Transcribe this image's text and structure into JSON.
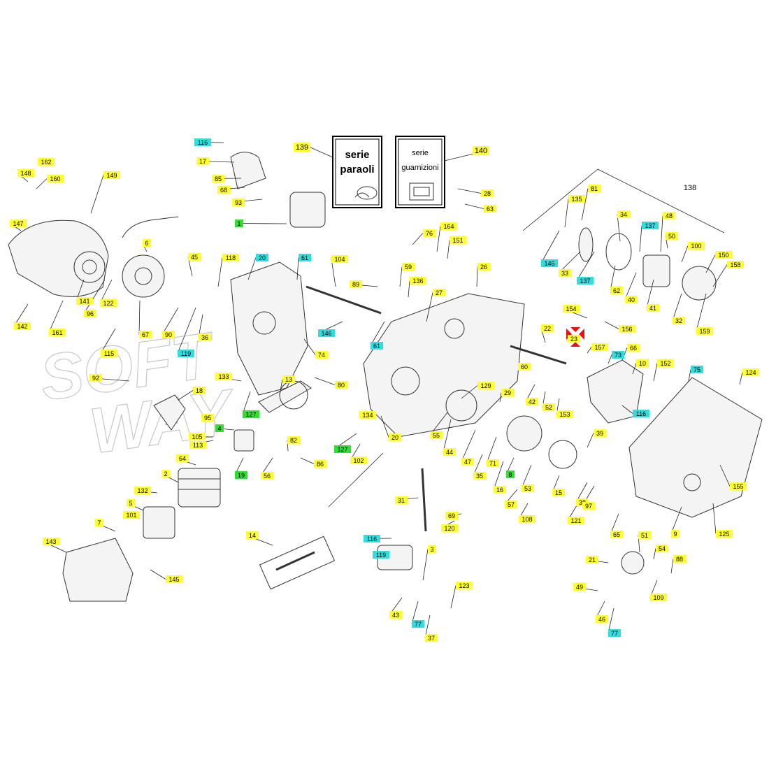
{
  "watermark": {
    "line1": "SOFT",
    "line2": "WAY"
  },
  "colors": {
    "yellow": "#ffff33",
    "cyan": "#33dddd",
    "green": "#33dd33",
    "red": "#ee1111",
    "line": "#222222"
  },
  "kits": {
    "oil_seals": {
      "number": "139",
      "line1": "serie",
      "line2": "paraoli"
    },
    "gaskets": {
      "number": "140",
      "line1": "serie",
      "line2": "guarnizioni"
    }
  },
  "assembly_label": "138",
  "callouts": [
    {
      "n": "116",
      "c": "cyan"
    },
    {
      "n": "17",
      "c": "yellow"
    },
    {
      "n": "85",
      "c": "yellow"
    },
    {
      "n": "68",
      "c": "yellow"
    },
    {
      "n": "93",
      "c": "yellow"
    },
    {
      "n": "1",
      "c": "green"
    },
    {
      "n": "162",
      "c": "yellow"
    },
    {
      "n": "148",
      "c": "yellow"
    },
    {
      "n": "160",
      "c": "yellow"
    },
    {
      "n": "149",
      "c": "yellow"
    },
    {
      "n": "147",
      "c": "yellow"
    },
    {
      "n": "6",
      "c": "yellow"
    },
    {
      "n": "141",
      "c": "yellow"
    },
    {
      "n": "122",
      "c": "yellow"
    },
    {
      "n": "96",
      "c": "yellow"
    },
    {
      "n": "142",
      "c": "yellow"
    },
    {
      "n": "161",
      "c": "yellow"
    },
    {
      "n": "45",
      "c": "yellow"
    },
    {
      "n": "67",
      "c": "yellow"
    },
    {
      "n": "90",
      "c": "yellow"
    },
    {
      "n": "118",
      "c": "yellow"
    },
    {
      "n": "36",
      "c": "yellow"
    },
    {
      "n": "119",
      "c": "cyan"
    },
    {
      "n": "20",
      "c": "cyan"
    },
    {
      "n": "115",
      "c": "yellow"
    },
    {
      "n": "61",
      "c": "cyan"
    },
    {
      "n": "146",
      "c": "cyan"
    },
    {
      "n": "74",
      "c": "yellow"
    },
    {
      "n": "104",
      "c": "yellow"
    },
    {
      "n": "89",
      "c": "yellow"
    },
    {
      "n": "59",
      "c": "yellow"
    },
    {
      "n": "136",
      "c": "yellow"
    },
    {
      "n": "61",
      "c": "cyan"
    },
    {
      "n": "76",
      "c": "yellow"
    },
    {
      "n": "164",
      "c": "yellow"
    },
    {
      "n": "151",
      "c": "yellow"
    },
    {
      "n": "27",
      "c": "yellow"
    },
    {
      "n": "26",
      "c": "yellow"
    },
    {
      "n": "28",
      "c": "yellow"
    },
    {
      "n": "63",
      "c": "yellow"
    },
    {
      "n": "81",
      "c": "yellow"
    },
    {
      "n": "135",
      "c": "yellow"
    },
    {
      "n": "34",
      "c": "yellow"
    },
    {
      "n": "48",
      "c": "yellow"
    },
    {
      "n": "137",
      "c": "cyan"
    },
    {
      "n": "50",
      "c": "yellow"
    },
    {
      "n": "100",
      "c": "yellow"
    },
    {
      "n": "150",
      "c": "yellow"
    },
    {
      "n": "158",
      "c": "yellow"
    },
    {
      "n": "146",
      "c": "cyan"
    },
    {
      "n": "33",
      "c": "yellow"
    },
    {
      "n": "137",
      "c": "cyan"
    },
    {
      "n": "62",
      "c": "yellow"
    },
    {
      "n": "40",
      "c": "yellow"
    },
    {
      "n": "41",
      "c": "yellow"
    },
    {
      "n": "32",
      "c": "yellow"
    },
    {
      "n": "159",
      "c": "yellow"
    },
    {
      "n": "154",
      "c": "yellow"
    },
    {
      "n": "156",
      "c": "yellow"
    },
    {
      "n": "22",
      "c": "yellow"
    },
    {
      "n": "23",
      "c": "yellow"
    },
    {
      "n": "157",
      "c": "yellow"
    },
    {
      "n": "73",
      "c": "cyan"
    },
    {
      "n": "66",
      "c": "yellow"
    },
    {
      "n": "10",
      "c": "yellow"
    },
    {
      "n": "152",
      "c": "yellow"
    },
    {
      "n": "75",
      "c": "cyan"
    },
    {
      "n": "124",
      "c": "yellow"
    },
    {
      "n": "60",
      "c": "yellow"
    },
    {
      "n": "42",
      "c": "yellow"
    },
    {
      "n": "52",
      "c": "yellow"
    },
    {
      "n": "153",
      "c": "yellow"
    },
    {
      "n": "116",
      "c": "cyan"
    },
    {
      "n": "92",
      "c": "yellow"
    },
    {
      "n": "18",
      "c": "yellow"
    },
    {
      "n": "133",
      "c": "yellow"
    },
    {
      "n": "127",
      "c": "green"
    },
    {
      "n": "13",
      "c": "yellow"
    },
    {
      "n": "80",
      "c": "yellow"
    },
    {
      "n": "129",
      "c": "yellow"
    },
    {
      "n": "29",
      "c": "yellow"
    },
    {
      "n": "95",
      "c": "yellow"
    },
    {
      "n": "4",
      "c": "green"
    },
    {
      "n": "105",
      "c": "yellow"
    },
    {
      "n": "113",
      "c": "yellow"
    },
    {
      "n": "134",
      "c": "yellow"
    },
    {
      "n": "127",
      "c": "green"
    },
    {
      "n": "20",
      "c": "yellow"
    },
    {
      "n": "102",
      "c": "yellow"
    },
    {
      "n": "55",
      "c": "yellow"
    },
    {
      "n": "44",
      "c": "yellow"
    },
    {
      "n": "47",
      "c": "yellow"
    },
    {
      "n": "71",
      "c": "yellow"
    },
    {
      "n": "39",
      "c": "yellow"
    },
    {
      "n": "64",
      "c": "yellow"
    },
    {
      "n": "19",
      "c": "green"
    },
    {
      "n": "56",
      "c": "yellow"
    },
    {
      "n": "82",
      "c": "yellow"
    },
    {
      "n": "86",
      "c": "yellow"
    },
    {
      "n": "35",
      "c": "yellow"
    },
    {
      "n": "16",
      "c": "yellow"
    },
    {
      "n": "8",
      "c": "green"
    },
    {
      "n": "53",
      "c": "yellow"
    },
    {
      "n": "15",
      "c": "yellow"
    },
    {
      "n": "38",
      "c": "yellow"
    },
    {
      "n": "97",
      "c": "yellow"
    },
    {
      "n": "155",
      "c": "yellow"
    },
    {
      "n": "2",
      "c": "yellow"
    },
    {
      "n": "132",
      "c": "yellow"
    },
    {
      "n": "5",
      "c": "yellow"
    },
    {
      "n": "101",
      "c": "yellow"
    },
    {
      "n": "7",
      "c": "yellow"
    },
    {
      "n": "31",
      "c": "yellow"
    },
    {
      "n": "69",
      "c": "yellow"
    },
    {
      "n": "120",
      "c": "yellow"
    },
    {
      "n": "57",
      "c": "yellow"
    },
    {
      "n": "108",
      "c": "yellow"
    },
    {
      "n": "121",
      "c": "yellow"
    },
    {
      "n": "65",
      "c": "yellow"
    },
    {
      "n": "9",
      "c": "yellow"
    },
    {
      "n": "125",
      "c": "yellow"
    },
    {
      "n": "14",
      "c": "yellow"
    },
    {
      "n": "143",
      "c": "yellow"
    },
    {
      "n": "145",
      "c": "yellow"
    },
    {
      "n": "116",
      "c": "cyan"
    },
    {
      "n": "3",
      "c": "yellow"
    },
    {
      "n": "123",
      "c": "yellow"
    },
    {
      "n": "119",
      "c": "cyan"
    },
    {
      "n": "43",
      "c": "yellow"
    },
    {
      "n": "77",
      "c": "cyan"
    },
    {
      "n": "37",
      "c": "yellow"
    },
    {
      "n": "51",
      "c": "yellow"
    },
    {
      "n": "54",
      "c": "yellow"
    },
    {
      "n": "88",
      "c": "yellow"
    },
    {
      "n": "21",
      "c": "yellow"
    },
    {
      "n": "109",
      "c": "yellow"
    },
    {
      "n": "49",
      "c": "yellow"
    },
    {
      "n": "46",
      "c": "yellow"
    },
    {
      "n": "77",
      "c": "cyan"
    }
  ]
}
